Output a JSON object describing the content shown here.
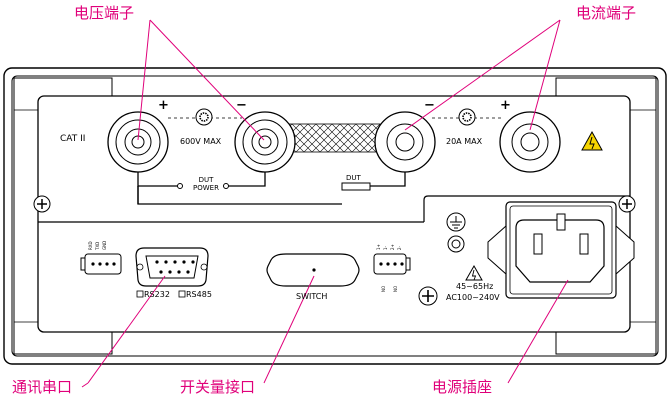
{
  "callouts": {
    "voltage_terminal": "电压端子",
    "current_terminal": "电流端子",
    "comm_port": "通讯串口",
    "switch_port": "开关量接口",
    "power_socket": "电源插座"
  },
  "panel": {
    "cat": "CAT II",
    "voltage_max": "600V MAX",
    "current_max": "20A MAX",
    "plus": "+",
    "minus": "−",
    "dut_power_line1": "DUT",
    "dut_power_line2": "POWER",
    "dut": "DUT",
    "rs232": "RS232",
    "rs485": "RS485",
    "switch": "SWITCH",
    "freq": "45~65Hz",
    "ac_range": "AC100~240V"
  },
  "colors": {
    "callout": "#e0007a",
    "line": "#000000",
    "panel_fill": "#ffffff",
    "frame_fill": "#f2f2f2",
    "warning": "#f5d400"
  }
}
